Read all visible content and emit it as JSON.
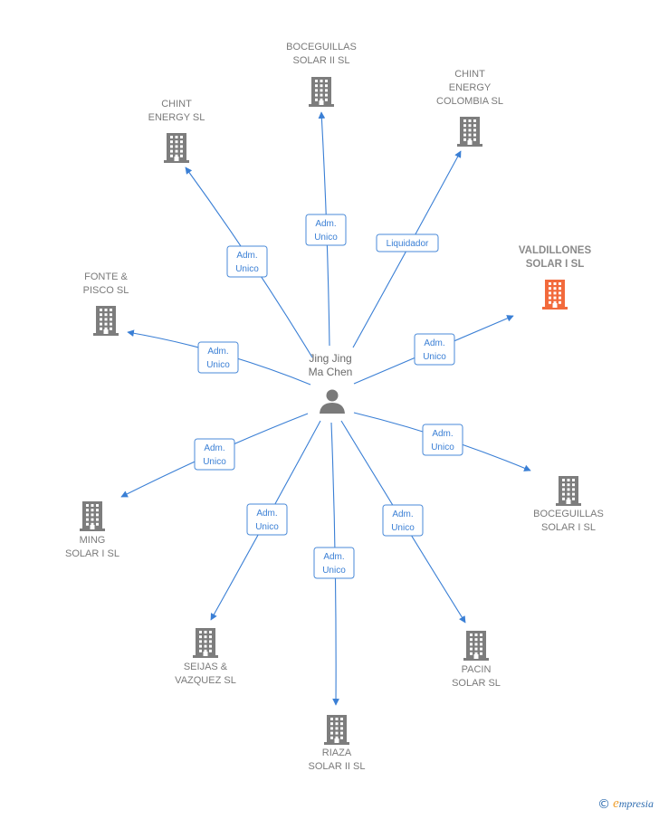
{
  "center": {
    "name_lines": [
      "Jing Jing",
      "Ma Chen"
    ],
    "icon": "person-icon"
  },
  "colors": {
    "edge": "#3a7fd5",
    "building": "#7d7d7d",
    "building_highlight": "#f26a3c"
  },
  "companies": [
    {
      "id": "boceguillas-solar-ii",
      "lines": [
        "BOCEGUILLAS",
        "SOLAR II  SL"
      ],
      "relation": [
        "Adm.",
        "Unico"
      ],
      "highlight": false
    },
    {
      "id": "chint-energy-colombia",
      "lines": [
        "CHINT",
        "ENERGY",
        "COLOMBIA  SL"
      ],
      "relation": [
        "Liquidador"
      ],
      "highlight": false
    },
    {
      "id": "chint-energy",
      "lines": [
        "CHINT",
        "ENERGY  SL"
      ],
      "relation": [
        "Adm.",
        "Unico"
      ],
      "highlight": false
    },
    {
      "id": "valdillones-solar-i",
      "lines": [
        "VALDILLONES",
        "SOLAR I  SL"
      ],
      "relation": [
        "Adm.",
        "Unico"
      ],
      "highlight": true
    },
    {
      "id": "fonte-pisco",
      "lines": [
        "FONTE &",
        "PISCO SL"
      ],
      "relation": [
        "Adm.",
        "Unico"
      ],
      "highlight": false
    },
    {
      "id": "boceguillas-solar-i",
      "lines": [
        "BOCEGUILLAS",
        "SOLAR I  SL"
      ],
      "relation": [
        "Adm.",
        "Unico"
      ],
      "highlight": false
    },
    {
      "id": "ming-solar-i",
      "lines": [
        "MING",
        "SOLAR I  SL"
      ],
      "relation": [
        "Adm.",
        "Unico"
      ],
      "highlight": false
    },
    {
      "id": "seijas-vazquez",
      "lines": [
        "SEIJAS &",
        "VAZQUEZ SL"
      ],
      "relation": [
        "Adm.",
        "Unico"
      ],
      "highlight": false
    },
    {
      "id": "pacin-solar",
      "lines": [
        "PACIN",
        "SOLAR SL"
      ],
      "relation": [
        "Adm.",
        "Unico"
      ],
      "highlight": false
    },
    {
      "id": "riaza-solar-ii",
      "lines": [
        "RIAZA",
        "SOLAR II  SL"
      ],
      "relation": [
        "Adm.",
        "Unico"
      ],
      "highlight": false
    }
  ],
  "footer": {
    "copyright": "©",
    "brand_initial": "e",
    "brand_rest": "mpresia"
  }
}
